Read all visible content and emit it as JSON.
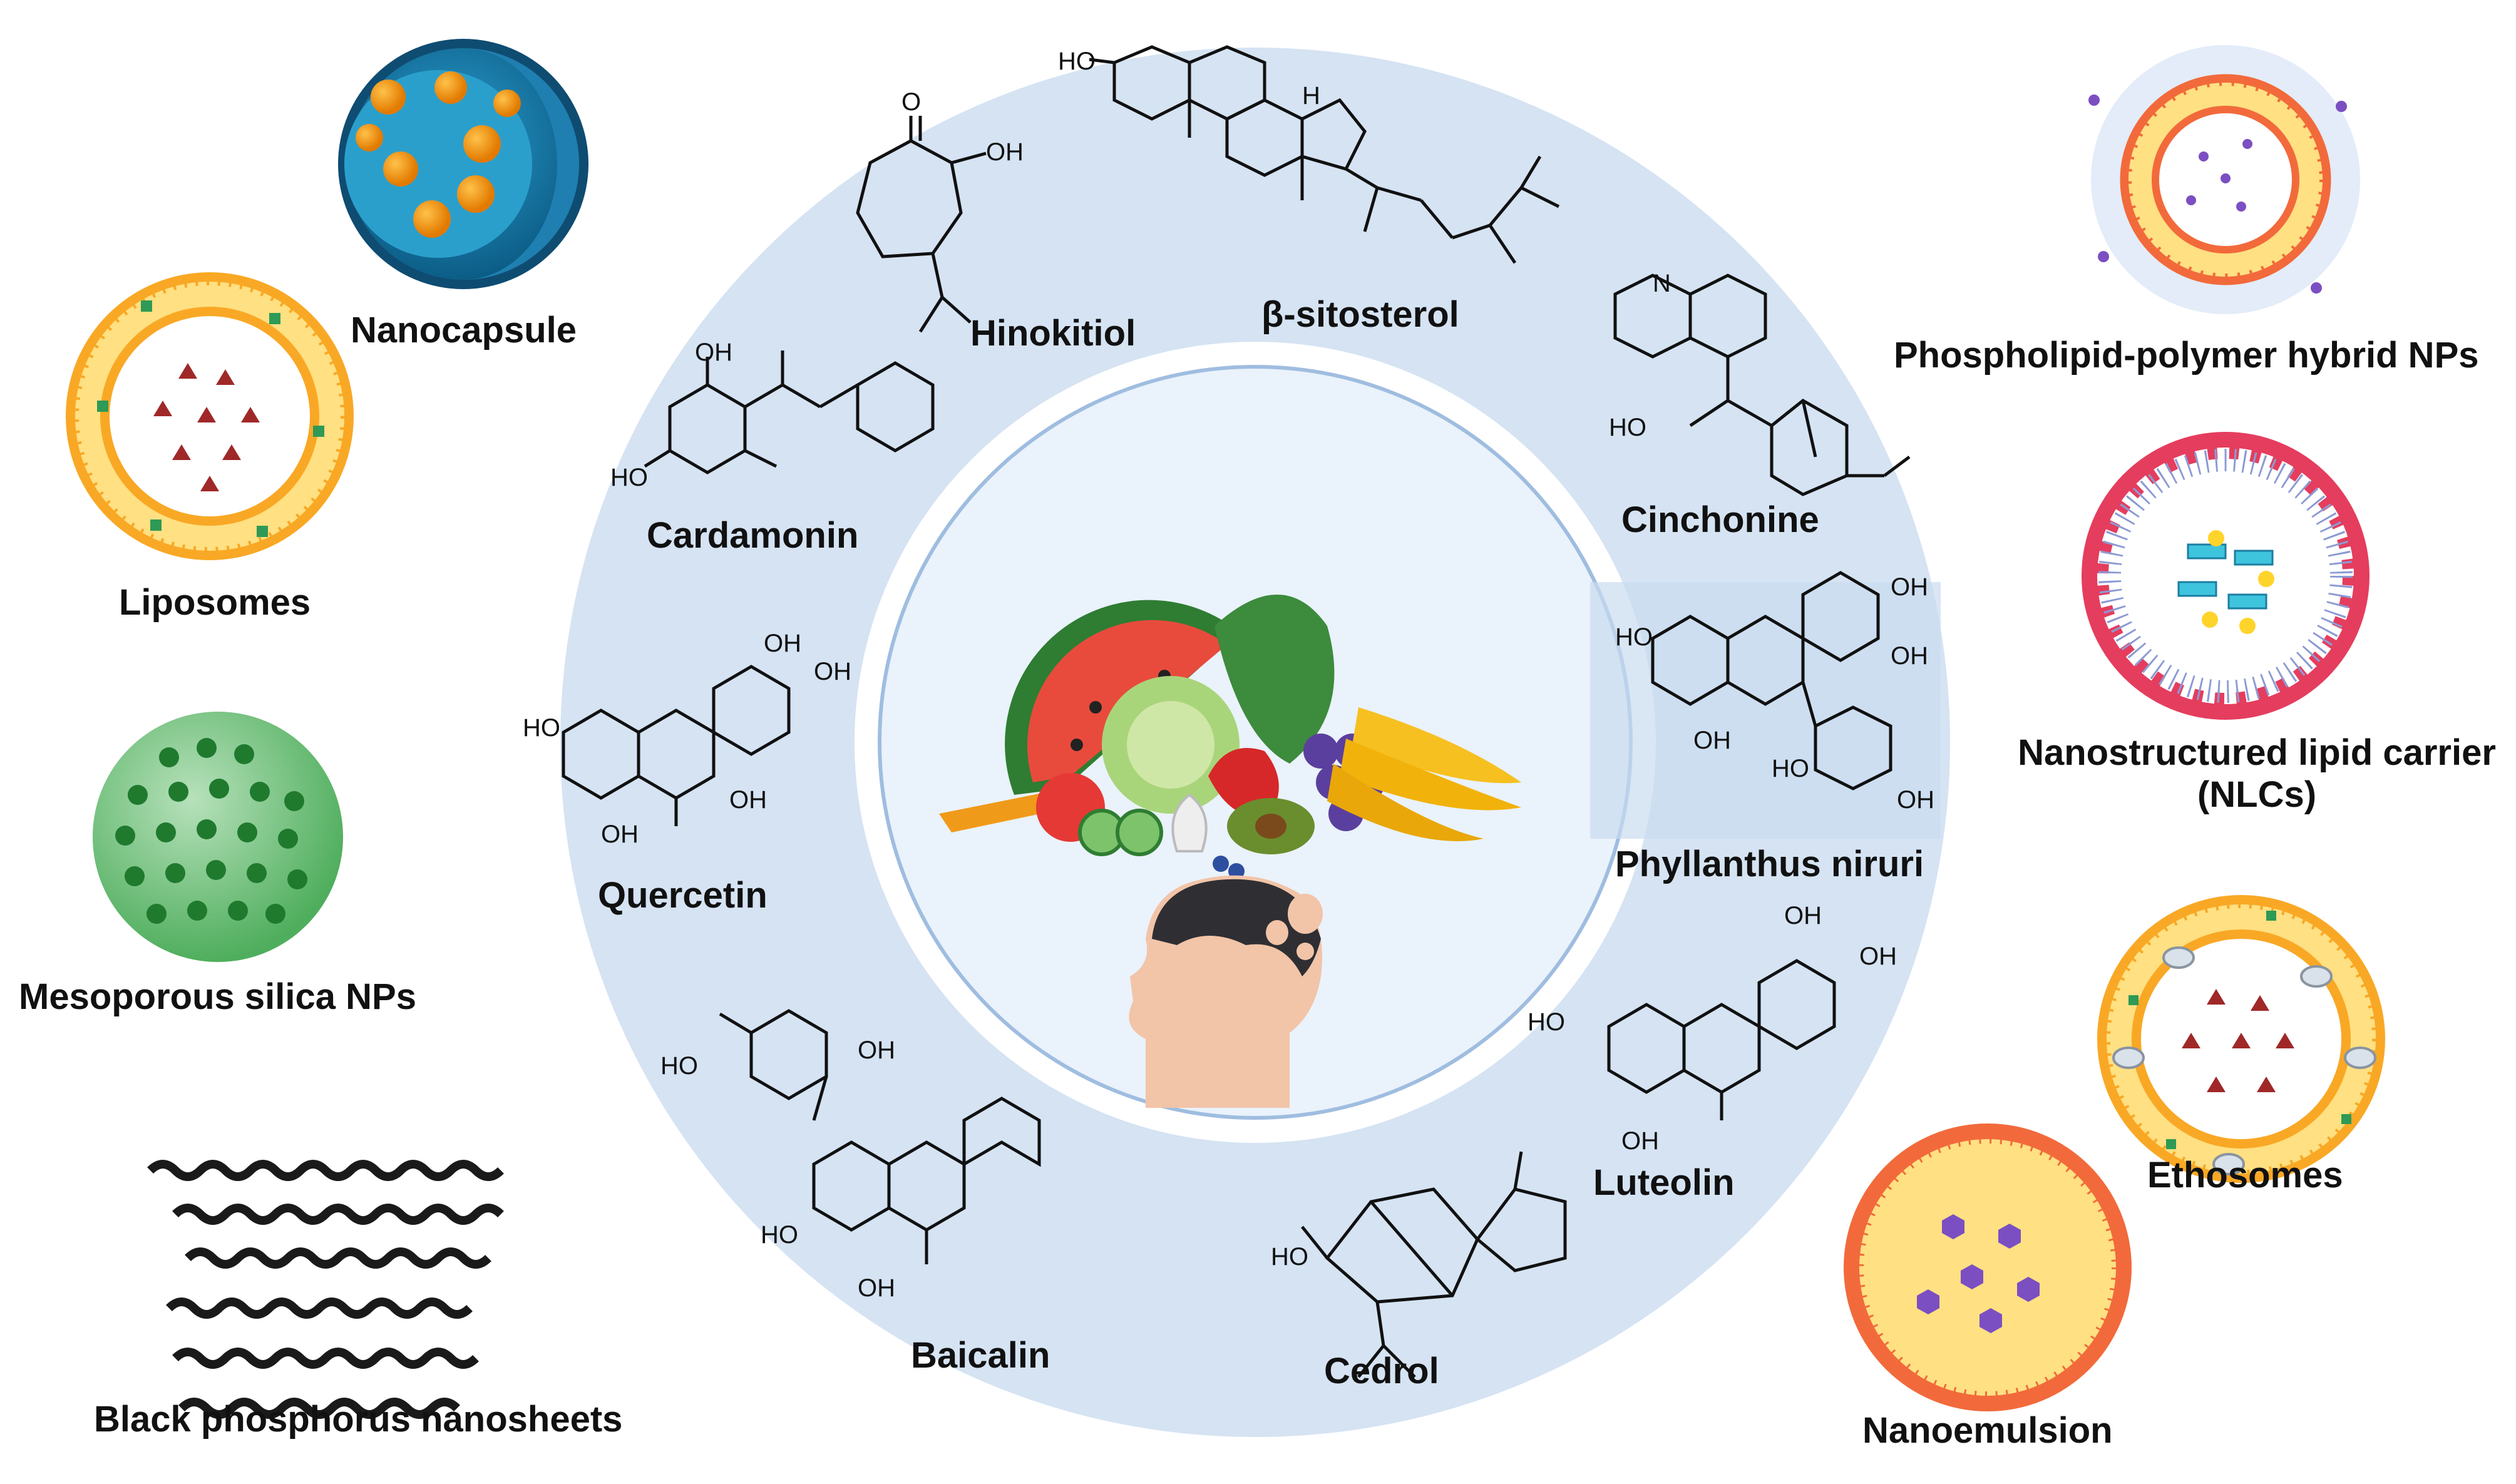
{
  "diagram": {
    "ring_color": "#d5e3f3",
    "center_disc_color": "#eaf2fb",
    "compounds": [
      {
        "id": "hinokitiol",
        "label": "Hinokitiol"
      },
      {
        "id": "sitosterol",
        "label": "β-sitosterol"
      },
      {
        "id": "cinchonine",
        "label": "Cinchonine"
      },
      {
        "id": "phyllanthus",
        "label": "Phyllanthus niruri"
      },
      {
        "id": "luteolin",
        "label": "Luteolin"
      },
      {
        "id": "cedrol",
        "label": "Cedrol"
      },
      {
        "id": "baicalin",
        "label": "Baicalin"
      },
      {
        "id": "quercetin",
        "label": "Quercetin"
      },
      {
        "id": "cardamonin",
        "label": "Cardamonin"
      }
    ],
    "nanocarriers": [
      {
        "id": "nanocapsule",
        "label": "Nanocapsule"
      },
      {
        "id": "liposomes",
        "label": "Liposomes"
      },
      {
        "id": "mesoporous",
        "label": "Mesoporous silica NPs"
      },
      {
        "id": "blackp",
        "label": "Black phosphorus nanosheets"
      },
      {
        "id": "hybrid",
        "label": "Phospholipid-polymer hybrid NPs"
      },
      {
        "id": "nlc",
        "label": "Nanostructured lipid carrier",
        "label2": "(NLCs)"
      },
      {
        "id": "ethosomes",
        "label": "Ethosomes"
      },
      {
        "id": "nanoemulsion",
        "label": "Nanoemulsion"
      }
    ],
    "atom_labels": {
      "oh": "OH",
      "ho": "HO",
      "o": "O",
      "h": "H",
      "n": "N"
    }
  }
}
